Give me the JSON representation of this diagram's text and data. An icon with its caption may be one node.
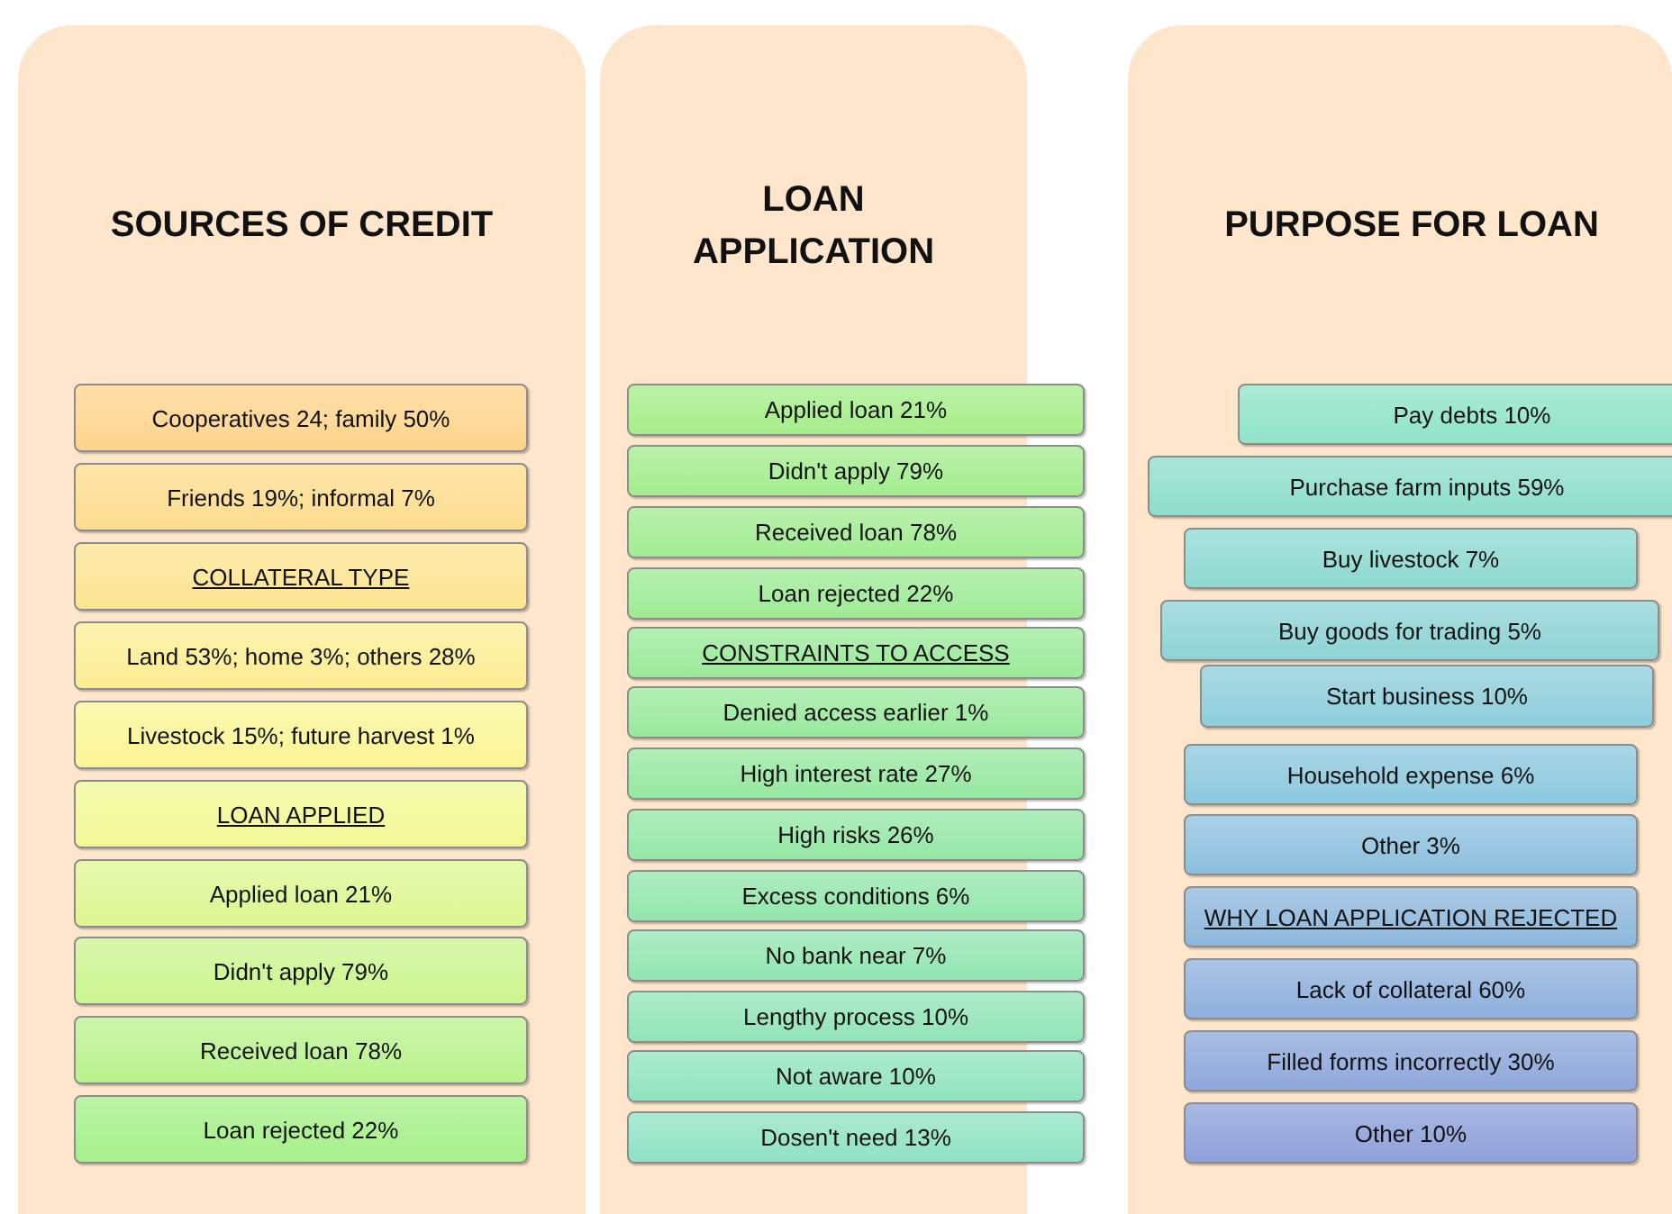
{
  "diagram": {
    "nodes": [
      {
        "text": [
          "SOURCES OF CREDIT"
        ]
      },
      {
        "text": [
          "LOAN APPLICATION"
        ]
      },
      {
        "text": [
          "PURPOSE FOR LOAN"
        ]
      },
      {
        "text": [
          "Cooperatives 24; family 50%"
        ],
        "in": 0
      },
      {
        "text": [
          "Friends 19%; informal 7%"
        ],
        "in": 0
      },
      {
        "text": [
          "COLLATERAL TYPE"
        ],
        "in": 0
      },
      {
        "text": [
          "Land 53%; home 3%; others 28%"
        ],
        "in": 0
      },
      {
        "text": [
          "Livestock 15%; future harvest 1%"
        ],
        "in": 0
      },
      {
        "text": [
          "LOAN APPLIED"
        ],
        "in": 0
      },
      {
        "text": [
          "Applied loan 21%"
        ],
        "in": 0
      },
      {
        "text": [
          "Didn't apply 79%"
        ],
        "in": 0
      },
      {
        "text": [
          "Received loan 78%"
        ],
        "in": 0
      },
      {
        "text": [
          "Loan rejected 22%"
        ],
        "in": 0
      },
      {
        "text": [
          "Applied loan 21%"
        ]
      },
      {
        "text": [
          "Didn't apply 79%"
        ]
      },
      {
        "text": [
          "Received loan 78%"
        ]
      },
      {
        "text": [
          "Loan rejected 22%"
        ]
      },
      {
        "text": [
          "CONSTRAINTS TO ACCESS"
        ]
      },
      {
        "text": [
          "Denied access earlier 1%"
        ]
      },
      {
        "text": [
          "High interest rate 27%"
        ]
      },
      {
        "text": [
          "High risks 26%"
        ]
      },
      {
        "text": [
          "Excess conditions 6%"
        ]
      },
      {
        "text": [
          "No bank near 7%"
        ]
      },
      {
        "text": [
          "Lengthy process 10%"
        ]
      },
      {
        "text": [
          "Not aware 10%"
        ]
      },
      {
        "text": [
          "Dosen't need 13%"
        ]
      },
      {
        "text": [
          "Pay debts 10%"
        ],
        "in": 2
      },
      {
        "text": [
          "Purchase farm inputs 59%"
        ],
        "in": 2
      },
      {
        "text": [
          "Buy livestock 7%"
        ],
        "in": 2
      },
      {
        "text": [
          "Buy goods for trading 5%"
        ],
        "in": 2
      },
      {
        "text": [
          "Start business 10%"
        ],
        "in": 2
      },
      {
        "text": [
          "Household expense 6%"
        ],
        "in": 2
      },
      {
        "text": [
          "Other 3%"
        ],
        "in": 2
      },
      {
        "text": [
          "WHY LOAN APPLICATION REJECTED"
        ],
        "in": 2
      },
      {
        "text": [
          "Lack of collateral 60%"
        ],
        "in": 2
      },
      {
        "text": [
          "Filled forms incorrectly 30%"
        ],
        "in": 2
      },
      {
        "text": [
          "Other 10%"
        ],
        "in": 2
      }
    ]
  }
}
